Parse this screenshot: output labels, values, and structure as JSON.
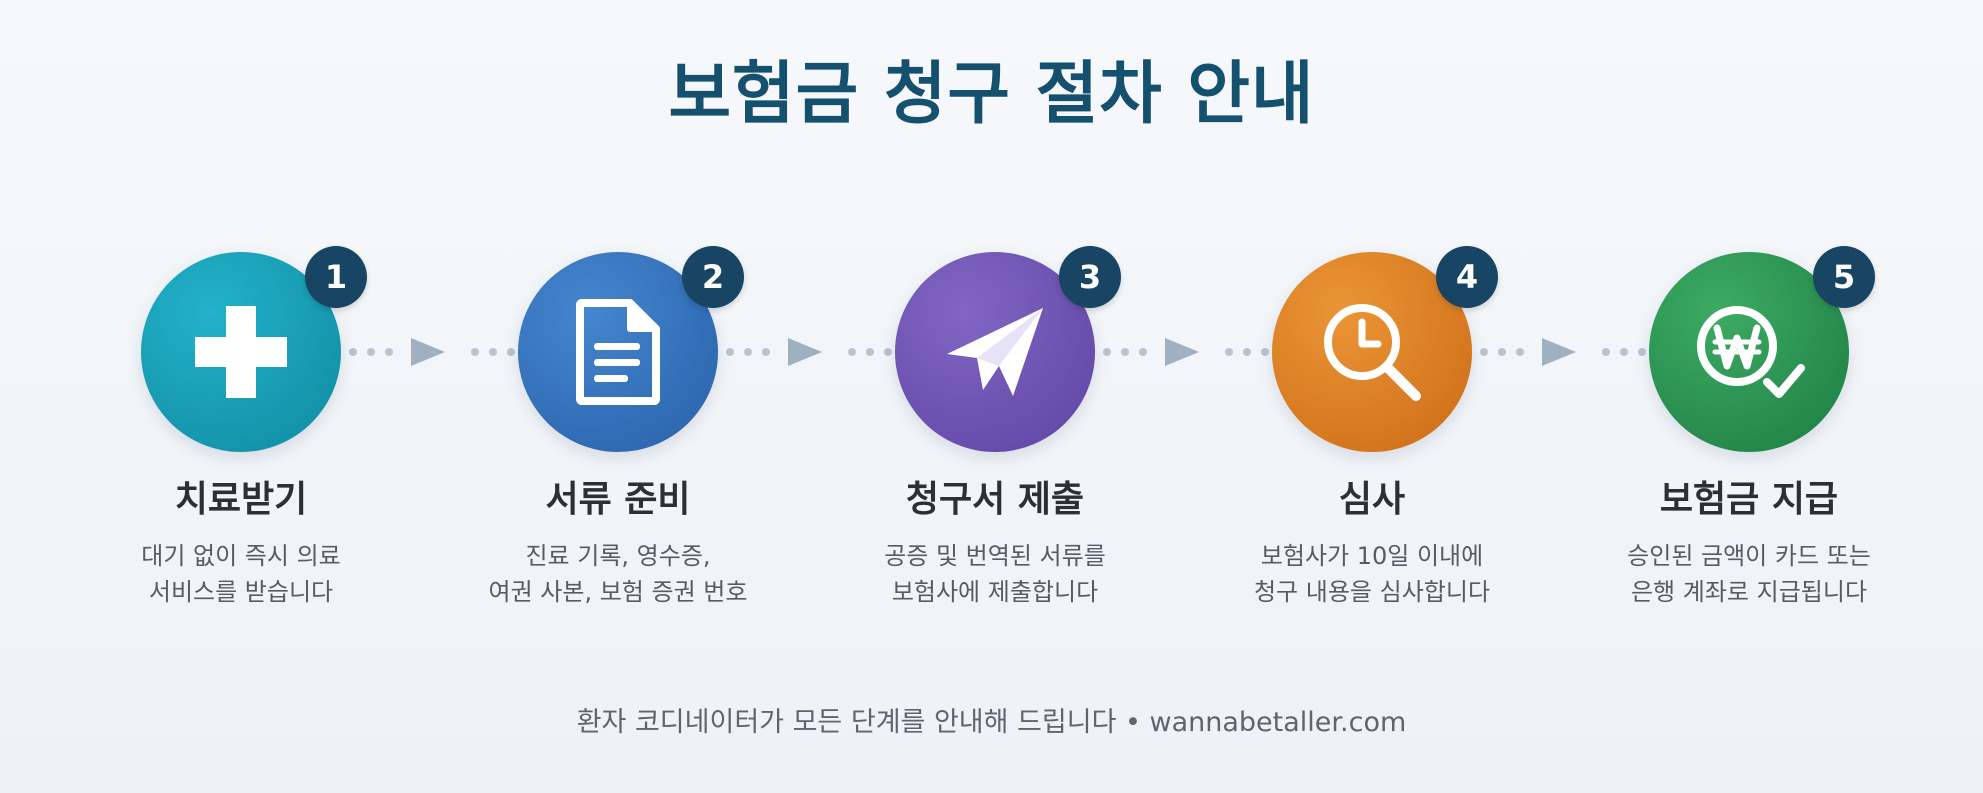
{
  "title": "보험금 청구 절차 안내",
  "steps": [
    {
      "number": "1",
      "title": "치료받기",
      "desc_line1": "대기 없이 즉시 의료",
      "desc_line2": "서비스를 받습니다",
      "icon": "medical-cross-icon",
      "color_from": "#1aa3be",
      "color_to": "#128ea3"
    },
    {
      "number": "2",
      "title": "서류 준비",
      "desc_line1": "진료 기록, 영수증,",
      "desc_line2": "여권 사본, 보험 증권 번호",
      "icon": "document-icon",
      "color_from": "#3a7bc6",
      "color_to": "#2a64ad"
    },
    {
      "number": "3",
      "title": "청구서 제출",
      "desc_line1": "공증 및 번역된 서류를",
      "desc_line2": "보험사에 제출합니다",
      "icon": "paper-plane-icon",
      "color_from": "#7a5ebd",
      "color_to": "#6146a6"
    },
    {
      "number": "4",
      "title": "심사",
      "desc_line1": "보험사가 10일 이내에",
      "desc_line2": "청구 내용을 심사합니다",
      "icon": "clock-magnifier-icon",
      "color_from": "#e48a2e",
      "color_to": "#cf6e18"
    },
    {
      "number": "5",
      "title": "보험금 지급",
      "desc_line1": "승인된 금액이 카드 또는",
      "desc_line2": "은행 계좌로 지급됩니다",
      "icon": "won-check-icon",
      "color_from": "#33a05c",
      "color_to": "#1f8047"
    }
  ],
  "footer": "환자 코디네이터가 모든 단계를 안내해 드립니다 • wannabetaller.com",
  "colors": {
    "title": "#15506e",
    "badge": "#174563",
    "connector": "#a9b8c6"
  }
}
